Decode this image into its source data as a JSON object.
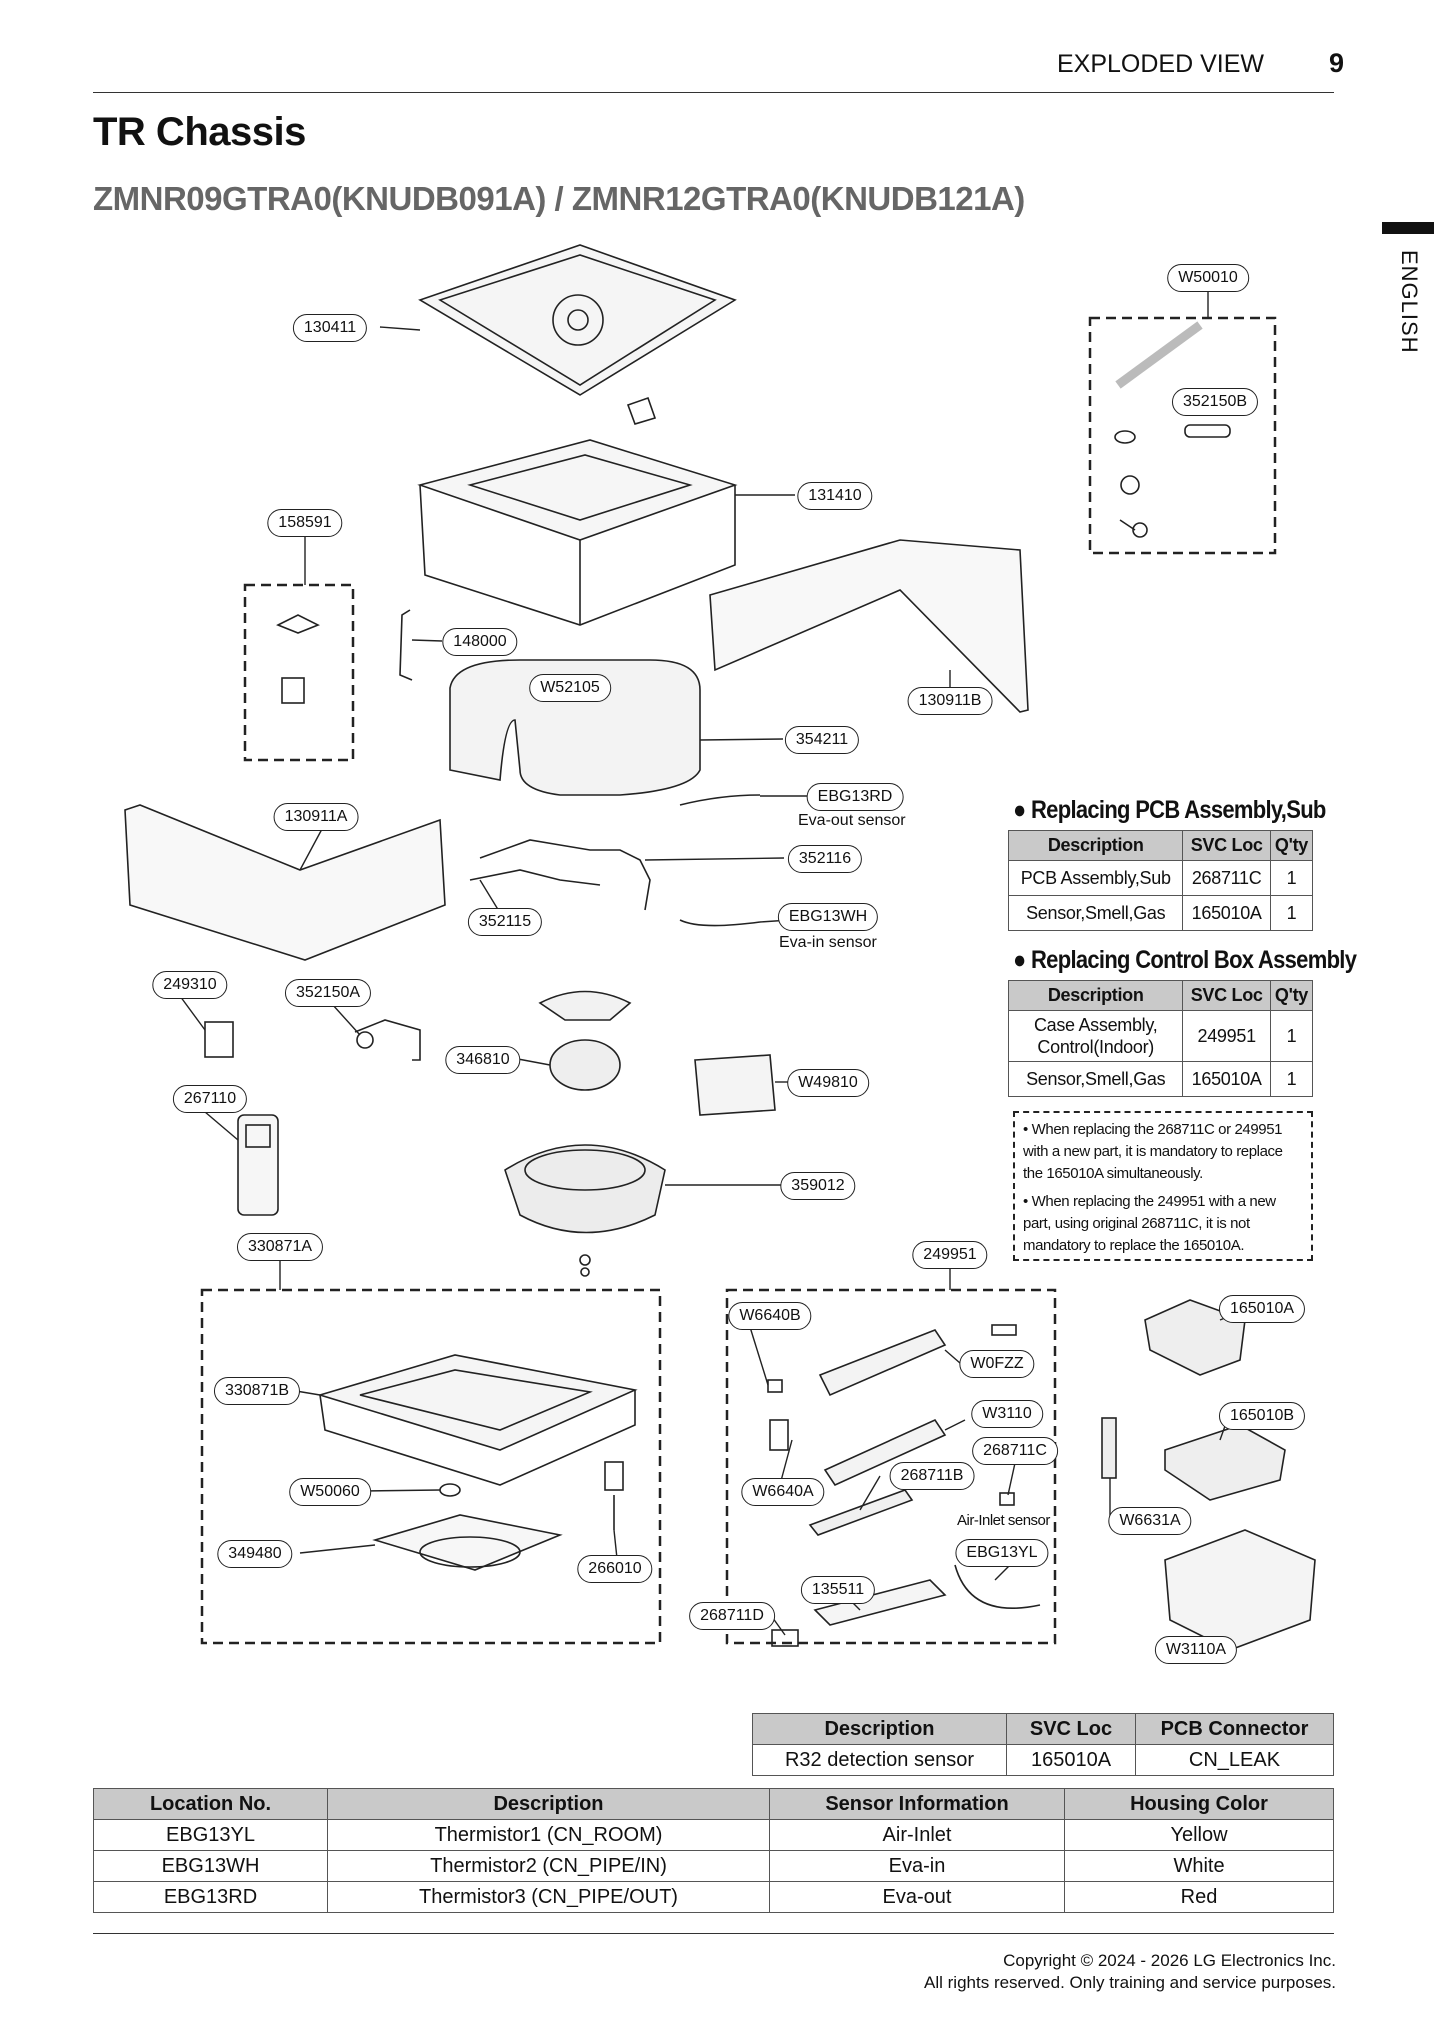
{
  "header": {
    "section": "EXPLODED VIEW",
    "page": "9",
    "language_tab": "ENGLISH"
  },
  "title": "TR Chassis",
  "models": "ZMNR09GTRA0(KNUDB091A) / ZMNR12GTRA0(KNUDB121A)",
  "part_labels": {
    "p130411": "130411",
    "p131410": "131410",
    "p158591": "158591",
    "p148000": "148000",
    "pW52105": "W52105",
    "p130911B": "130911B",
    "p354211": "354211",
    "pEBG13RD": "EBG13RD",
    "p130911A": "130911A",
    "p352116": "352116",
    "p352115": "352115",
    "pEBG13WH": "EBG13WH",
    "p249310": "249310",
    "p352150A": "352150A",
    "p346810": "346810",
    "pW49810": "W49810",
    "p267110": "267110",
    "p359012": "359012",
    "p330871A": "330871A",
    "p249951": "249951",
    "pW50010": "W50010",
    "p352150B": "352150B",
    "pW6640B": "W6640B",
    "pW0FZZ": "W0FZZ",
    "p165010A": "165010A",
    "p330871B": "330871B",
    "pW3110": "W3110",
    "p165010B": "165010B",
    "p268711C": "268711C",
    "pW6640A": "W6640A",
    "p268711B": "268711B",
    "pW50060": "W50060",
    "pEBG13YL": "EBG13YL",
    "pW6631A": "W6631A",
    "p349480": "349480",
    "p266010": "266010",
    "p135511": "135511",
    "p268711D": "268711D",
    "pW3110A": "W3110A"
  },
  "notes": {
    "eva_out": "Eva-out sensor",
    "eva_in": "Eva-in sensor",
    "air_inlet": "Air-Inlet sensor"
  },
  "pcb_sub": {
    "title": "Replacing PCB Assembly,Sub",
    "headers": [
      "Description",
      "SVC Loc",
      "Q'ty"
    ],
    "rows": [
      [
        "PCB Assembly,Sub",
        "268711C",
        "1"
      ],
      [
        "Sensor,Smell,Gas",
        "165010A",
        "1"
      ]
    ]
  },
  "control_box": {
    "title": "Replacing Control Box Assembly",
    "headers": [
      "Description",
      "SVC Loc",
      "Q'ty"
    ],
    "row1": {
      "desc1": "Case Assembly,",
      "desc2": "Control(Indoor)",
      "loc": "249951",
      "qty": "1"
    },
    "row2": [
      "Sensor,Smell,Gas",
      "165010A",
      "1"
    ]
  },
  "warning": {
    "p1": "• When replacing the 268711C or 249951 with a new part, it is mandatory to replace the 165010A simultaneously.",
    "p2": "• When replacing the 249951 with a new part, using original 268711C, it is not mandatory to replace the 165010A."
  },
  "r32_table": {
    "headers": [
      "Description",
      "SVC Loc",
      "PCB Connector"
    ],
    "row": [
      "R32 detection sensor",
      "165010A",
      "CN_LEAK"
    ]
  },
  "sensor_table": {
    "headers": [
      "Location No.",
      "Description",
      "Sensor Information",
      "Housing Color"
    ],
    "rows": [
      [
        "EBG13YL",
        "Thermistor1 (CN_ROOM)",
        "Air-Inlet",
        "Yellow"
      ],
      [
        "EBG13WH",
        "Thermistor2 (CN_PIPE/IN)",
        "Eva-in",
        "White"
      ],
      [
        "EBG13RD",
        "Thermistor3 (CN_PIPE/OUT)",
        "Eva-out",
        "Red"
      ]
    ]
  },
  "footer": {
    "copyright": "Copyright © 2024 - 2026 LG Electronics Inc.",
    "rights": "All rights reserved. Only training and service purposes."
  },
  "colors": {
    "header_fill": "#c9c9c9",
    "ink": "#111111",
    "subtitle": "#666666"
  }
}
